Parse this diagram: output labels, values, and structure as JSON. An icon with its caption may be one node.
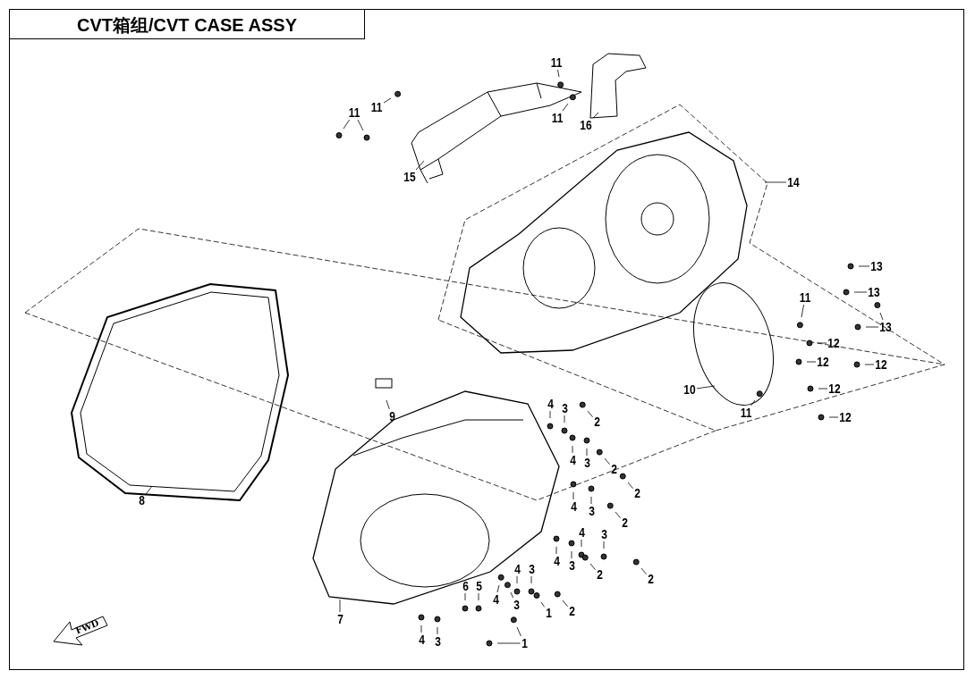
{
  "diagram": {
    "title": "CVT箱组/CVT CASE ASSY",
    "nodes": [
      {
        "text": [
          "11"
        ]
      },
      {
        "text": [
          "11"
        ]
      },
      {
        "text": [
          "11"
        ]
      },
      {
        "text": [
          "11"
        ]
      },
      {
        "text": [
          "16"
        ]
      },
      {
        "text": [
          "15"
        ]
      },
      {
        "text": [
          "14"
        ]
      },
      {
        "text": [
          "13"
        ]
      },
      {
        "text": [
          "13"
        ]
      },
      {
        "text": [
          "13"
        ]
      },
      {
        "text": [
          "11"
        ]
      },
      {
        "text": [
          "12"
        ]
      },
      {
        "text": [
          "12"
        ]
      },
      {
        "text": [
          "12"
        ]
      },
      {
        "text": [
          "12"
        ]
      },
      {
        "text": [
          "12"
        ]
      },
      {
        "text": [
          "10"
        ]
      },
      {
        "text": [
          "11"
        ]
      },
      {
        "text": [
          "9"
        ]
      },
      {
        "text": [
          "8"
        ]
      },
      {
        "text": [
          "4"
        ]
      },
      {
        "text": [
          "3"
        ]
      },
      {
        "text": [
          "2"
        ]
      },
      {
        "text": [
          "4"
        ]
      },
      {
        "text": [
          "3"
        ]
      },
      {
        "text": [
          "2"
        ]
      },
      {
        "text": [
          "2"
        ]
      },
      {
        "text": [
          "4"
        ]
      },
      {
        "text": [
          "3"
        ]
      },
      {
        "text": [
          "2"
        ]
      },
      {
        "text": [
          "4"
        ]
      },
      {
        "text": [
          "3"
        ]
      },
      {
        "text": [
          "2"
        ]
      },
      {
        "text": [
          "4"
        ]
      },
      {
        "text": [
          "3"
        ]
      },
      {
        "text": [
          "2"
        ]
      },
      {
        "text": [
          "4"
        ]
      },
      {
        "text": [
          "3"
        ]
      },
      {
        "text": [
          "2"
        ]
      },
      {
        "text": [
          "1"
        ]
      },
      {
        "text": [
          "6"
        ]
      },
      {
        "text": [
          "5"
        ]
      },
      {
        "text": [
          "4"
        ]
      },
      {
        "text": [
          "3"
        ]
      },
      {
        "text": [
          "7"
        ]
      },
      {
        "text": [
          "4"
        ]
      },
      {
        "text": [
          "3"
        ]
      },
      {
        "text": [
          "1"
        ]
      }
    ],
    "edges": [
      {
        "from": 0,
        "to": null,
        "arrow": "none"
      },
      {
        "from": 1,
        "to": null,
        "arrow": "none"
      },
      {
        "from": 2,
        "to": null,
        "arrow": "none"
      },
      {
        "from": 2,
        "to": null,
        "arrow": "none"
      },
      {
        "from": 3,
        "to": null,
        "arrow": "none"
      },
      {
        "from": 4,
        "to": null,
        "arrow": "none"
      },
      {
        "from": 5,
        "to": null,
        "arrow": "none"
      },
      {
        "from": 6,
        "to": null,
        "arrow": "none"
      },
      {
        "from": 7,
        "to": null,
        "arrow": "none"
      },
      {
        "from": 8,
        "to": null,
        "arrow": "none"
      },
      {
        "from": 9,
        "to": null,
        "arrow": "none"
      },
      {
        "from": 9,
        "to": null,
        "arrow": "none"
      },
      {
        "from": 10,
        "to": null,
        "arrow": "none"
      },
      {
        "from": 11,
        "to": null,
        "arrow": "none"
      },
      {
        "from": 12,
        "to": null,
        "arrow": "none"
      },
      {
        "from": 13,
        "to": null,
        "arrow": "none"
      },
      {
        "from": 14,
        "to": null,
        "arrow": "none"
      },
      {
        "from": 15,
        "to": null,
        "arrow": "none"
      },
      {
        "from": 16,
        "to": null,
        "arrow": "none"
      },
      {
        "from": 17,
        "to": null,
        "arrow": "none"
      },
      {
        "from": 18,
        "to": null,
        "arrow": "none"
      },
      {
        "from": 19,
        "to": null,
        "arrow": "none"
      },
      {
        "from": 20,
        "to": null,
        "arrow": "none"
      },
      {
        "from": 21,
        "to": null,
        "arrow": "none"
      },
      {
        "from": 22,
        "to": null,
        "arrow": "none"
      },
      {
        "from": 23,
        "to": null,
        "arrow": "none"
      },
      {
        "from": 24,
        "to": null,
        "arrow": "none"
      },
      {
        "from": 25,
        "to": null,
        "arrow": "none"
      },
      {
        "from": 26,
        "to": null,
        "arrow": "none"
      },
      {
        "from": 27,
        "to": null,
        "arrow": "none"
      },
      {
        "from": 28,
        "to": null,
        "arrow": "none"
      },
      {
        "from": 29,
        "to": null,
        "arrow": "none"
      },
      {
        "from": 30,
        "to": null,
        "arrow": "none"
      },
      {
        "from": 31,
        "to": null,
        "arrow": "none"
      },
      {
        "from": 32,
        "to": null,
        "arrow": "none"
      },
      {
        "from": 33,
        "to": null,
        "arrow": "none"
      },
      {
        "from": 34,
        "to": null,
        "arrow": "none"
      },
      {
        "from": 35,
        "to": null,
        "arrow": "none"
      },
      {
        "from": 36,
        "to": null,
        "arrow": "none"
      },
      {
        "from": 37,
        "to": null,
        "arrow": "none"
      },
      {
        "from": 38,
        "to": null,
        "arrow": "none"
      },
      {
        "from": 39,
        "to": null,
        "arrow": "none"
      },
      {
        "from": 40,
        "to": null,
        "arrow": "none"
      },
      {
        "from": 41,
        "to": null,
        "arrow": "none"
      },
      {
        "from": 42,
        "to": null,
        "arrow": "none"
      },
      {
        "from": 43,
        "to": null,
        "arrow": "none"
      },
      {
        "from": 44,
        "to": null,
        "arrow": "none"
      },
      {
        "from": 45,
        "to": null,
        "arrow": "none"
      },
      {
        "from": 46,
        "to": null,
        "arrow": "none"
      },
      {
        "from": 47,
        "to": null,
        "arrow": "none"
      },
      {
        "from": 47,
        "to": null,
        "arrow": "none"
      }
    ],
    "labels": [
      "FWD"
    ]
  }
}
